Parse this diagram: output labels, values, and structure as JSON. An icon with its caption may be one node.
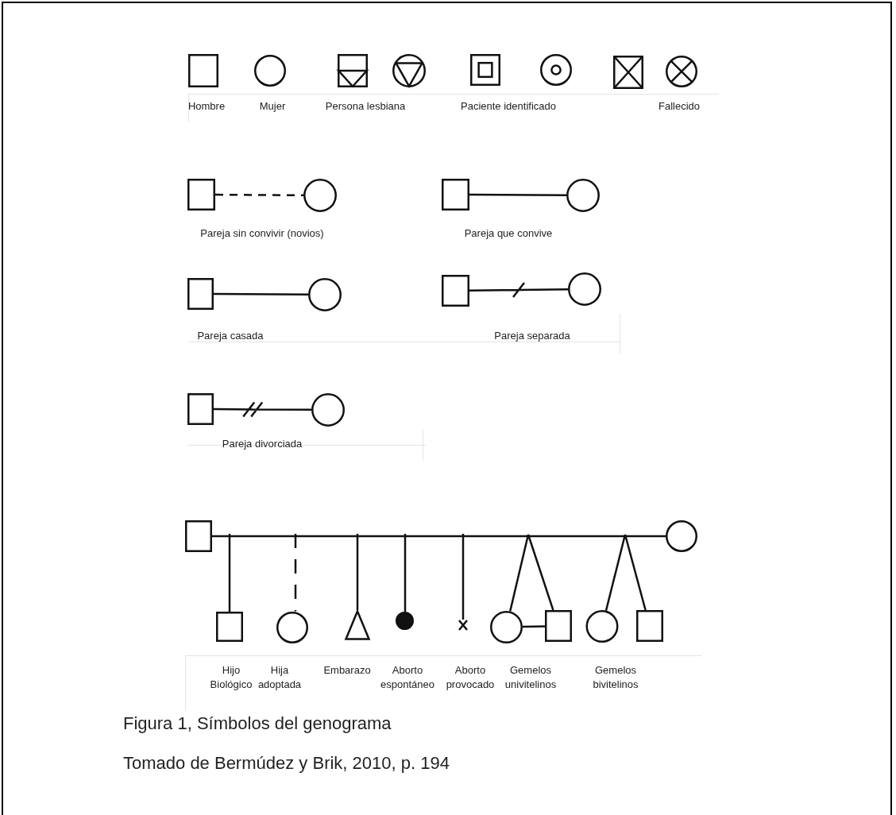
{
  "diagram": {
    "caption": "Figura 1, Símbolos del genograma",
    "nodes": [
      {
        "text": [],
        "shape": "box"
      },
      {
        "text": [],
        "shape": "circle"
      },
      {
        "text": [],
        "shape": "box"
      },
      {
        "text": [],
        "shape": "circle"
      },
      {
        "text": [],
        "shape": "box"
      },
      {
        "text": [],
        "shape": "circle"
      },
      {
        "text": [],
        "shape": "box"
      },
      {
        "text": [],
        "shape": "circle"
      },
      {
        "text": [],
        "shape": "box"
      },
      {
        "text": [],
        "shape": "circle"
      },
      {
        "text": [],
        "shape": "box"
      },
      {
        "text": [],
        "shape": "circle"
      },
      {
        "text": [],
        "shape": "box"
      },
      {
        "text": [],
        "shape": "circle"
      },
      {
        "text": [],
        "shape": "box"
      },
      {
        "text": [],
        "shape": "circle"
      },
      {
        "text": [],
        "shape": "box"
      },
      {
        "text": [],
        "shape": "circle"
      },
      {
        "text": [],
        "shape": "box"
      },
      {
        "text": [],
        "shape": "circle"
      },
      {
        "text": [],
        "shape": "box"
      },
      {
        "text": [],
        "shape": "circle"
      },
      {
        "text": [],
        "shape": "triangle"
      },
      {
        "text": [],
        "shape": "circle"
      },
      {
        "text": [],
        "shape": "cross"
      },
      {
        "text": [],
        "shape": "circle"
      },
      {
        "text": [],
        "shape": "box"
      },
      {
        "text": [],
        "shape": "circle"
      },
      {
        "text": [],
        "shape": "box"
      }
    ],
    "edges": [
      {
        "from": 8,
        "to": 9,
        "arrow": "none",
        "style": "dashed"
      },
      {
        "from": 10,
        "to": 11,
        "arrow": "none"
      },
      {
        "from": 12,
        "to": 13,
        "arrow": "none"
      },
      {
        "from": 14,
        "to": 15,
        "arrow": "none"
      },
      {
        "from": 16,
        "to": 17,
        "arrow": "none"
      },
      {
        "from": 18,
        "to": 19,
        "arrow": "none"
      },
      {
        "from": null,
        "to": 20,
        "arrow": "none"
      },
      {
        "from": null,
        "to": 21,
        "arrow": "none",
        "style": "dashed"
      },
      {
        "from": null,
        "to": 22,
        "arrow": "none"
      },
      {
        "from": null,
        "to": 23,
        "arrow": "none"
      },
      {
        "from": null,
        "to": 24,
        "arrow": "none"
      },
      {
        "from": null,
        "to": 25,
        "arrow": "none"
      },
      {
        "from": null,
        "to": 26,
        "arrow": "none"
      },
      {
        "from": 25,
        "to": 26,
        "arrow": "none"
      },
      {
        "from": null,
        "to": 27,
        "arrow": "none"
      },
      {
        "from": null,
        "to": 28,
        "arrow": "none"
      }
    ],
    "labels": [
      "Hombre",
      "Mujer",
      "Persona lesbiana",
      "Paciente identificado",
      "Fallecido",
      "Pareja sin convivir (novios)",
      "Pareja que convive",
      "Pareja casada",
      "Pareja separada",
      "Pareja divorciada",
      "Hijo Biológico",
      "Hija adoptada",
      "Embarazo",
      "Aborto espontáneo",
      "Aborto provocado",
      "Gemelos univitelinos",
      "Gemelos bivitelinos",
      "Tomado de Bermúdez y Brik, 2010, p. 194"
    ]
  }
}
